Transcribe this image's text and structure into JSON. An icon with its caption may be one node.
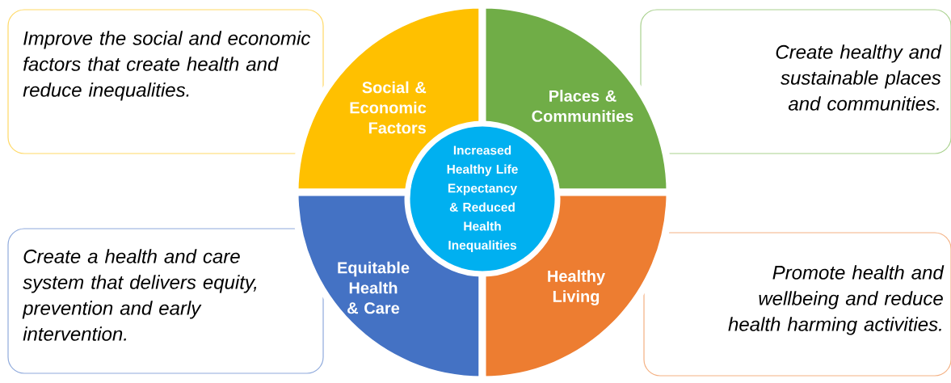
{
  "diagram": {
    "nodes": [
      {
        "text": [
          "Improve the social and economic factors that create health and reduce inequalities."
        ]
      },
      {
        "text": [
          "Social & Economic Factors"
        ]
      },
      {
        "text": [
          "Places & Communities"
        ]
      },
      {
        "text": [
          "Create healthy and sustainable places and communities."
        ]
      },
      {
        "text": [
          "Increased Healthy Life Expectancy & Reduced Health Inequalities"
        ]
      },
      {
        "text": [
          "Create a health and care system that delivers equity, prevention and early intervention."
        ]
      },
      {
        "text": [
          "Equitable Health & Care"
        ]
      },
      {
        "text": [
          "Healthy Living"
        ]
      },
      {
        "text": [
          "Promote health and wellbeing and reduce health harming activities."
        ]
      }
    ]
  }
}
